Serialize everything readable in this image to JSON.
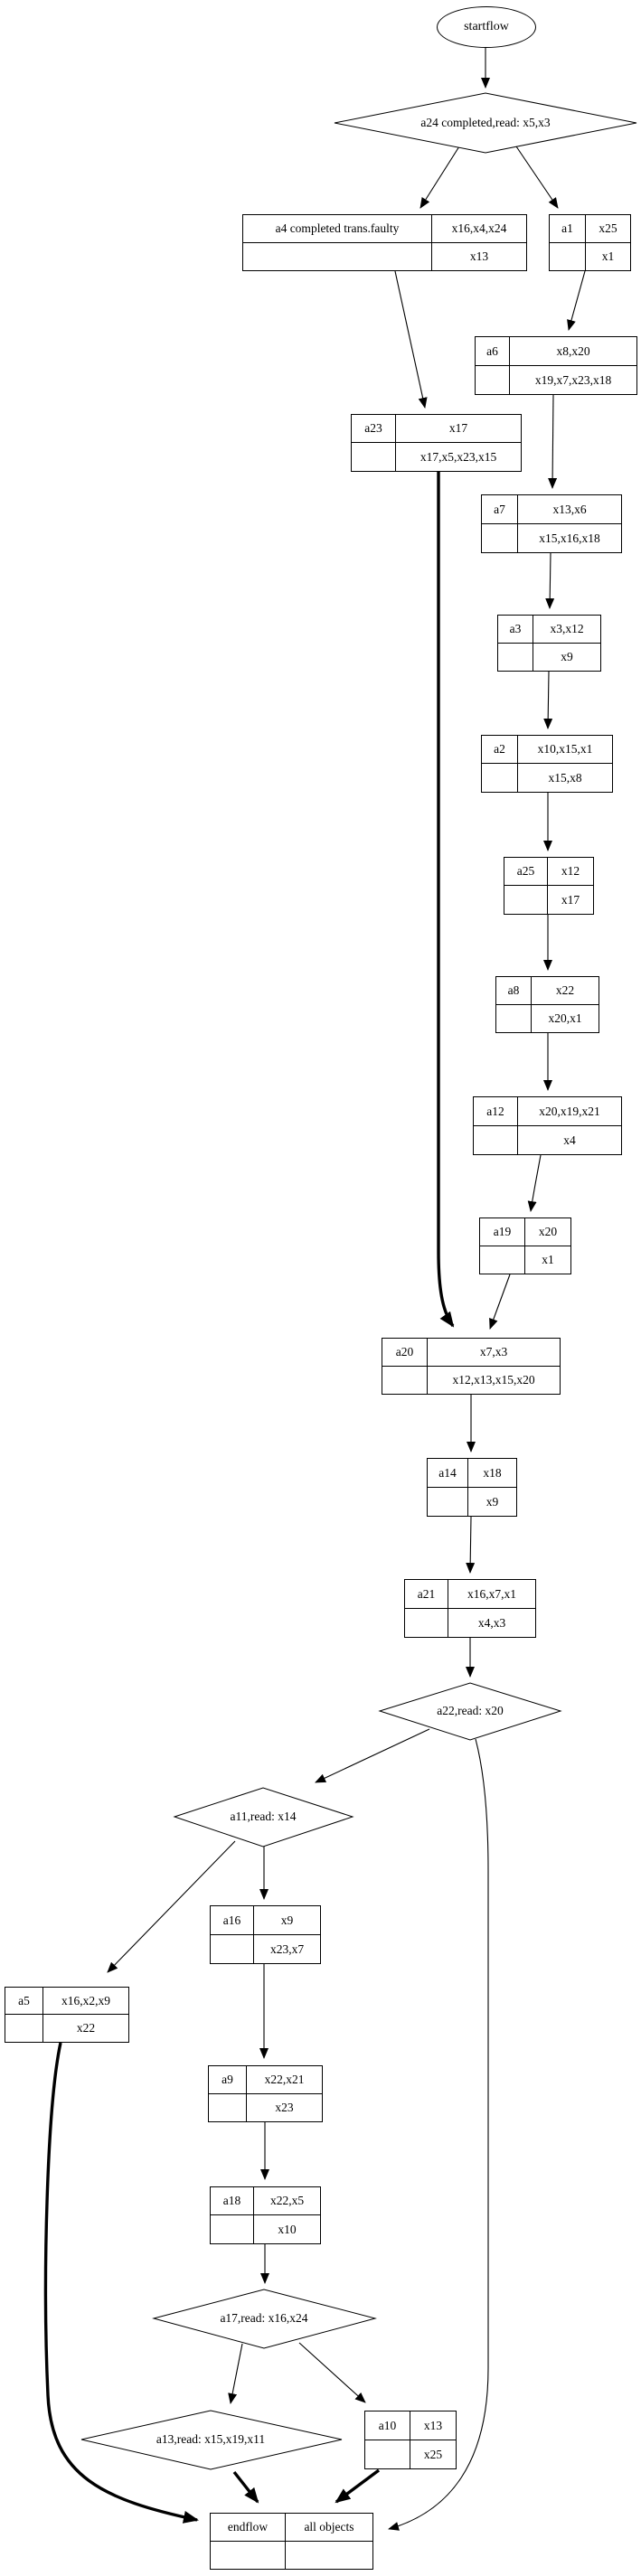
{
  "start": {
    "label": "startflow"
  },
  "end": {
    "label": "endflow",
    "reads": "all objects",
    "writes": ""
  },
  "decisions": {
    "a24": {
      "label": "a24 completed,read: x5,x3"
    },
    "a22": {
      "label": "a22,read: x20"
    },
    "a11": {
      "label": "a11,read: x14"
    },
    "a17": {
      "label": "a17,read: x16,x24"
    },
    "a13": {
      "label": "a13,read: x15,x19,x11"
    }
  },
  "activities": {
    "a4": {
      "label": "a4 completed trans.faulty",
      "reads": "x16,x4,x24",
      "writes": "x13"
    },
    "a1": {
      "label": "a1",
      "reads": "x25",
      "writes": "x1"
    },
    "a6": {
      "label": "a6",
      "reads": "x8,x20",
      "writes": "x19,x7,x23,x18"
    },
    "a23": {
      "label": "a23",
      "reads": "x17",
      "writes": "x17,x5,x23,x15"
    },
    "a7": {
      "label": "a7",
      "reads": "x13,x6",
      "writes": "x15,x16,x18"
    },
    "a3": {
      "label": "a3",
      "reads": "x3,x12",
      "writes": "x9"
    },
    "a2": {
      "label": "a2",
      "reads": "x10,x15,x1",
      "writes": "x15,x8"
    },
    "a25": {
      "label": "a25",
      "reads": "x12",
      "writes": "x17"
    },
    "a8": {
      "label": "a8",
      "reads": "x22",
      "writes": "x20,x1"
    },
    "a12": {
      "label": "a12",
      "reads": "x20,x19,x21",
      "writes": "x4"
    },
    "a19": {
      "label": "a19",
      "reads": "x20",
      "writes": "x1"
    },
    "a20": {
      "label": "a20",
      "reads": "x7,x3",
      "writes": "x12,x13,x15,x20"
    },
    "a14": {
      "label": "a14",
      "reads": "x18",
      "writes": "x9"
    },
    "a21": {
      "label": "a21",
      "reads": "x16,x7,x1",
      "writes": "x4,x3"
    },
    "a16": {
      "label": "a16",
      "reads": "x9",
      "writes": "x23,x7"
    },
    "a5": {
      "label": "a5",
      "reads": "x16,x2,x9",
      "writes": "x22"
    },
    "a9": {
      "label": "a9",
      "reads": "x22,x21",
      "writes": "x23"
    },
    "a18": {
      "label": "a18",
      "reads": "x22,x5",
      "writes": "x10"
    },
    "a10": {
      "label": "a10",
      "reads": "x13",
      "writes": "x25"
    }
  },
  "edges": [
    {
      "from": "startflow",
      "to": "a24",
      "bold": false
    },
    {
      "from": "a24",
      "to": "a4",
      "bold": false
    },
    {
      "from": "a24",
      "to": "a1",
      "bold": false
    },
    {
      "from": "a4",
      "to": "a23",
      "bold": false
    },
    {
      "from": "a1",
      "to": "a6",
      "bold": false
    },
    {
      "from": "a6",
      "to": "a7",
      "bold": false
    },
    {
      "from": "a7",
      "to": "a3",
      "bold": false
    },
    {
      "from": "a3",
      "to": "a2",
      "bold": false
    },
    {
      "from": "a2",
      "to": "a25",
      "bold": false
    },
    {
      "from": "a25",
      "to": "a8",
      "bold": false
    },
    {
      "from": "a8",
      "to": "a12",
      "bold": false
    },
    {
      "from": "a12",
      "to": "a19",
      "bold": false
    },
    {
      "from": "a19",
      "to": "a20",
      "bold": false
    },
    {
      "from": "a23",
      "to": "a20",
      "bold": true
    },
    {
      "from": "a20",
      "to": "a14",
      "bold": false
    },
    {
      "from": "a14",
      "to": "a21",
      "bold": false
    },
    {
      "from": "a21",
      "to": "a22",
      "bold": false
    },
    {
      "from": "a22",
      "to": "a11",
      "bold": false
    },
    {
      "from": "a22",
      "to": "endflow",
      "bold": false
    },
    {
      "from": "a11",
      "to": "a5",
      "bold": false
    },
    {
      "from": "a11",
      "to": "a16",
      "bold": false
    },
    {
      "from": "a16",
      "to": "a9",
      "bold": false
    },
    {
      "from": "a9",
      "to": "a18",
      "bold": false
    },
    {
      "from": "a18",
      "to": "a17",
      "bold": false
    },
    {
      "from": "a17",
      "to": "a13",
      "bold": false
    },
    {
      "from": "a17",
      "to": "a10",
      "bold": false
    },
    {
      "from": "a13",
      "to": "endflow",
      "bold": true
    },
    {
      "from": "a10",
      "to": "endflow",
      "bold": true
    },
    {
      "from": "a5",
      "to": "endflow",
      "bold": true
    }
  ]
}
